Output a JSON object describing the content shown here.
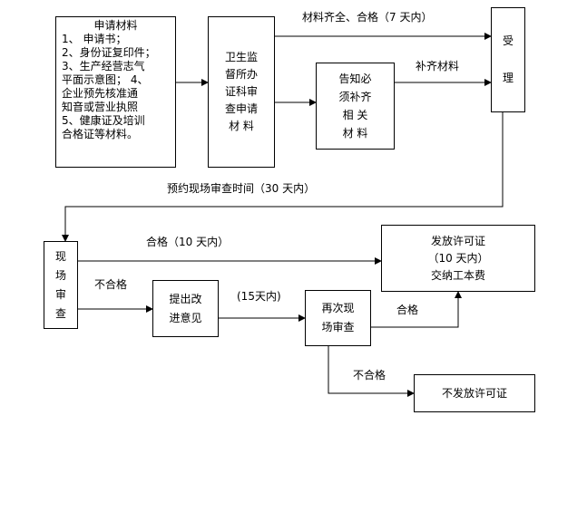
{
  "materials_box": {
    "title": "申请材料",
    "lines": [
      "1、 申请书；",
      "2、身份证复印件；",
      "3、生产经营志气",
      "平面示意图；  4、",
      "企业预先核准通",
      "知音或营业执照",
      "5、健康证及培训",
      "合格证等材料。"
    ]
  },
  "review_box": {
    "lines": [
      "卫生监",
      "督所办",
      "证科审",
      "查申请",
      "材  料"
    ]
  },
  "notify_box": {
    "lines": [
      "告知必",
      "须补齐",
      "相  关",
      "材  料"
    ]
  },
  "accept_box": {
    "lines": [
      "受",
      "理"
    ]
  },
  "onsite_box": {
    "lines": [
      "现",
      "场",
      "审",
      "查"
    ]
  },
  "improve_box": {
    "lines": [
      "提出改",
      "进意见"
    ]
  },
  "reinspect_box": {
    "lines": [
      "再次现",
      "场审查"
    ]
  },
  "permit_box": {
    "lines": [
      "发放许可证",
      "（10 天内）",
      "交纳工本费"
    ]
  },
  "nopermit_box": {
    "text": "不发放许可证"
  },
  "labels": {
    "complete": "材料齐全、合格（7 天内）",
    "supplement": "补齐材料",
    "schedule": "预约现场审查时间（30 天内）",
    "pass10": "合格（10 天内）",
    "fail1": "不合格",
    "days15": "(15天内)",
    "pass2": "合格",
    "fail2": "不合格"
  }
}
